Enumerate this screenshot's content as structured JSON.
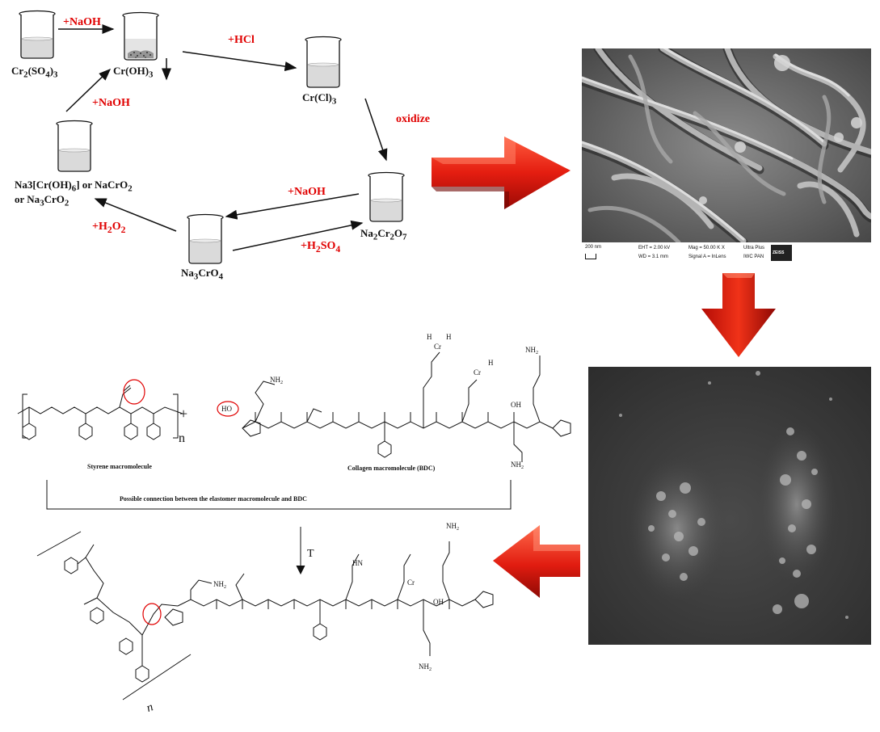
{
  "cycle": {
    "compounds": {
      "cr2so43": [
        "Cr",
        "2",
        "(SO",
        "4",
        ")",
        "3"
      ],
      "croh3": [
        "Cr(OH)",
        "3"
      ],
      "crcl3": [
        "Cr(Cl)",
        "3"
      ],
      "na2cr2o7": [
        "Na",
        "2",
        "Cr",
        "2",
        "O",
        "7"
      ],
      "na3cro4": [
        "Na",
        "3",
        "CrO",
        "4"
      ],
      "naCr_line1": [
        "Na3[Cr(OH)",
        "6",
        "] or NaCrO",
        "2"
      ],
      "naCr_line2": [
        "or Na",
        "3",
        "CrO",
        "2"
      ]
    },
    "reagents": {
      "naoh_top": "+NaOH",
      "hcl": "+HCl",
      "oxidize": "oxidize",
      "naoh_left": "+NaOH",
      "naoh_right": "+NaOH",
      "h2o2": [
        "+H",
        "2",
        "O",
        "2"
      ],
      "h2so4": [
        "+H",
        "2",
        "SO",
        "4"
      ]
    }
  },
  "sem_top": {
    "scale": "200 nm",
    "eht": "EHT = 2.00 kV",
    "wd": "WD = 3.1 mm",
    "mag": "Mag = 50.00 K X",
    "signal": "Signal A = InLens",
    "ultra": "Ultra Plus",
    "iwc": "IWC PAN",
    "brand": "ZEISS"
  },
  "reaction": {
    "styrene_caption": "Styrene macromolecule",
    "collagen_caption": "Collagen macromolecule (BDC)",
    "connection_caption": "Possible connection between the elastomer macromolecule and BDC",
    "plus": "+",
    "n_top": "n",
    "temperature": "T",
    "n_bottom": "n",
    "groups": {
      "nh2": "NH",
      "nh2_sub": "2",
      "ho": "HO",
      "h": "H",
      "cr": "Cr",
      "n": "N",
      "o": "O",
      "oh": "OH",
      "hn": "HN",
      "h_n": "H"
    }
  },
  "colors": {
    "reagent": "#e00000",
    "arrow_red": "#d8150f",
    "sem_dark": "#3a3a3a"
  }
}
